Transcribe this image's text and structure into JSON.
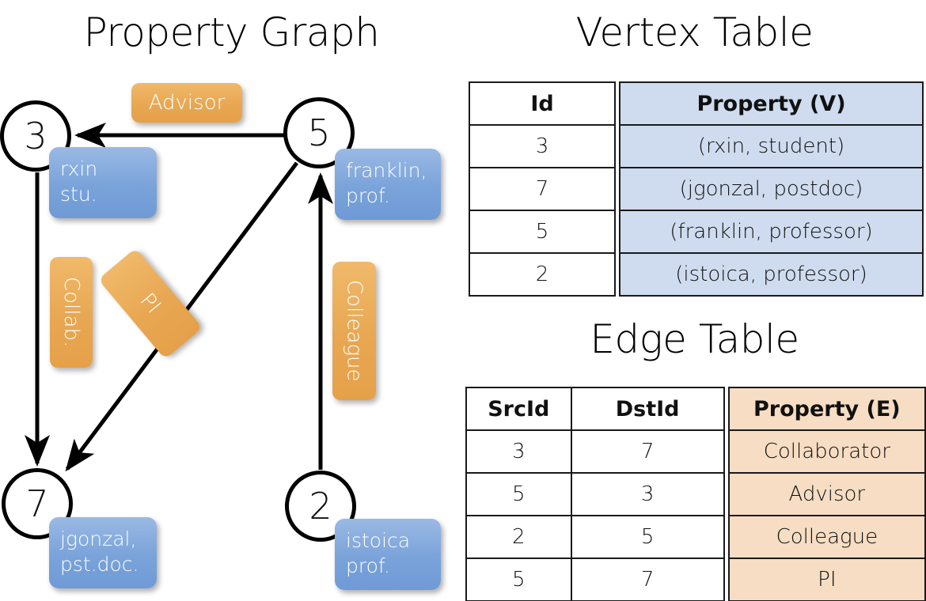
{
  "titles": {
    "property_graph": "Property Graph",
    "vertex_table": "Vertex Table",
    "edge_table": "Edge Table"
  },
  "colors": {
    "vertex_property_fill": "#cfdcef",
    "edge_property_fill": "#f6ddc3",
    "node_property_box": "#7aa3da",
    "edge_label_box": "#e8a752",
    "stroke": "#000000"
  },
  "graph": {
    "nodes": [
      {
        "id": "3",
        "property_lines": [
          "rxin",
          "stu."
        ]
      },
      {
        "id": "5",
        "property_lines": [
          "franklin,",
          "prof."
        ]
      },
      {
        "id": "7",
        "property_lines": [
          "jgonzal,",
          "pst.doc."
        ]
      },
      {
        "id": "2",
        "property_lines": [
          "istoica",
          "prof."
        ]
      }
    ],
    "edge_labels": [
      {
        "name": "advisor",
        "text": "Advisor",
        "orientation": "horizontal"
      },
      {
        "name": "collab",
        "text": "Collab.",
        "orientation": "vertical"
      },
      {
        "name": "pi",
        "text": "PI",
        "orientation": "diagonal"
      },
      {
        "name": "colleague",
        "text": "Colleague",
        "orientation": "vertical"
      }
    ],
    "edges": [
      {
        "from": "5",
        "to": "3",
        "label": "Advisor"
      },
      {
        "from": "3",
        "to": "7",
        "label": "Collab."
      },
      {
        "from": "5",
        "to": "7",
        "label": "PI"
      },
      {
        "from": "2",
        "to": "5",
        "label": "Colleague"
      }
    ]
  },
  "vertex_table": {
    "headers": [
      "Id",
      "Property (V)"
    ],
    "rows": [
      {
        "id": "3",
        "property": "(rxin, student)"
      },
      {
        "id": "7",
        "property": "(jgonzal, postdoc)"
      },
      {
        "id": "5",
        "property": "(franklin, professor)"
      },
      {
        "id": "2",
        "property": "(istoica, professor)"
      }
    ]
  },
  "edge_table": {
    "headers": [
      "SrcId",
      "DstId",
      "Property (E)"
    ],
    "rows": [
      {
        "src": "3",
        "dst": "7",
        "property": "Collaborator"
      },
      {
        "src": "5",
        "dst": "3",
        "property": "Advisor"
      },
      {
        "src": "2",
        "dst": "5",
        "property": "Colleague"
      },
      {
        "src": "5",
        "dst": "7",
        "property": "PI"
      }
    ]
  }
}
